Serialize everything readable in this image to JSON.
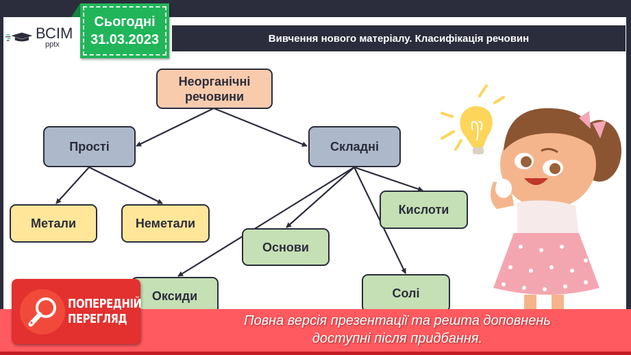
{
  "logo": {
    "brand": "ВСІМ",
    "sub": "pptx"
  },
  "date_badge": {
    "label": "Сьогодні",
    "date": "31.03.2023"
  },
  "header": {
    "title": "Вивчення нового матеріалу. Класифікація речовин"
  },
  "diagram": {
    "root": {
      "label": "Неорганічні речовини",
      "line1": "Неорганічні",
      "line2": "речовини"
    },
    "simple": {
      "label": "Прості"
    },
    "complex": {
      "label": "Складні"
    },
    "metals": {
      "label": "Метали"
    },
    "nonmetals": {
      "label": "Неметали"
    },
    "acids": {
      "label": "Кислоти"
    },
    "bases": {
      "label": "Основи"
    },
    "oxides": {
      "label": "Оксиди"
    },
    "salts": {
      "label": "Солі"
    },
    "colors": {
      "root": "#f8cbad",
      "level1": "#adb9ca",
      "simple_children": "#ffe699",
      "complex_children": "#c5e0b4",
      "border": "#2b2d3c"
    }
  },
  "preview": {
    "badge_line1": "ПОПЕРЕДНІЙ",
    "badge_line2": "ПЕРЕГЛЯД",
    "notice_line1": "Повна версія презентації та решта доповнень",
    "notice_line2": "доступні після придбання."
  },
  "colors": {
    "frame": "#2b2d3c",
    "badge_green": "#21b55a",
    "preview_red": "#ff5a5f",
    "preview_badge": "#e2312f"
  }
}
